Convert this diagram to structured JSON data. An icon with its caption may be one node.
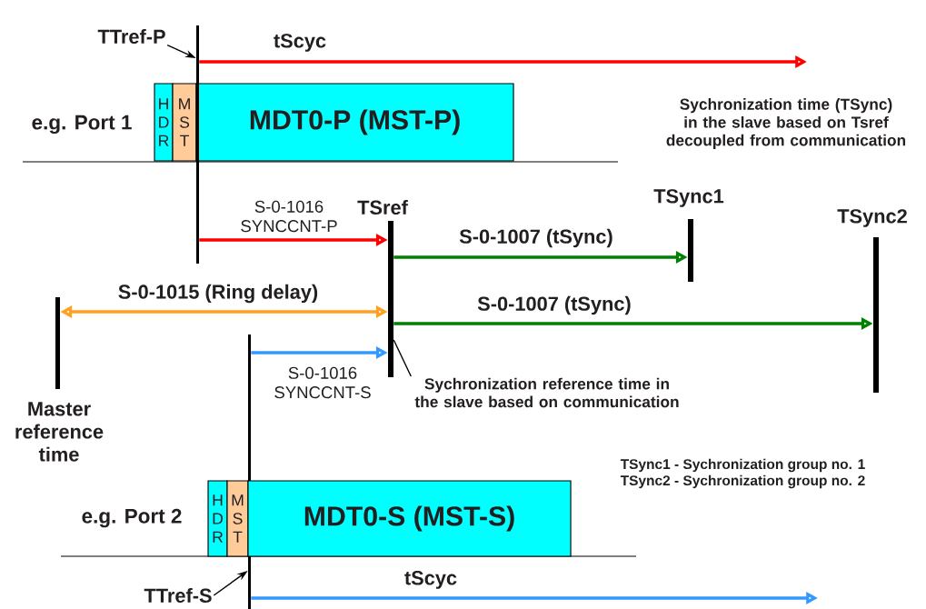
{
  "diagram": {
    "nodes": [
      {
        "text": [
          "H D R"
        ]
      },
      {
        "text": [
          "M S T"
        ]
      },
      {
        "text": [
          "MDT0-P (MST-P)"
        ]
      },
      {
        "text": [],
        "shape": "bar"
      },
      {
        "text": [
          "TTref-P"
        ]
      },
      {
        "text": [],
        "shape": "bar",
        "beside": [
          "TSref"
        ]
      },
      {
        "text": [],
        "shape": "bar",
        "beside": [
          "TSync1"
        ]
      },
      {
        "text": [],
        "shape": "bar",
        "beside": [
          "TSync2"
        ]
      },
      {
        "text": [],
        "shape": "bar",
        "beside": [
          "Master reference time"
        ]
      },
      {
        "text": [],
        "shape": "bar"
      },
      {
        "text": [
          "Sychronization reference time in the slave based on communication"
        ]
      },
      {
        "text": [
          "H D R"
        ]
      },
      {
        "text": [
          "M S T"
        ]
      },
      {
        "text": [
          "MDT0-S (MST-S)"
        ]
      },
      {
        "text": [
          "TTref-S"
        ]
      }
    ],
    "edges": [
      {
        "from": 4,
        "to": 3,
        "arrow": "to"
      },
      {
        "from": 3,
        "to": null,
        "arrow": "to",
        "label": "tScyc",
        "color": "#ff0000"
      },
      {
        "from": 3,
        "to": 5,
        "arrow": "to",
        "label": "S-0-1016 SYNCCNT-P",
        "color": "#ff0000"
      },
      {
        "from": 5,
        "to": 6,
        "arrow": "to",
        "label": "S-0-1007 (tSync)",
        "color": "#008000"
      },
      {
        "from": 8,
        "to": 5,
        "arrow": "both",
        "label": "S-0-1015 (Ring delay)",
        "color": "#ffa020"
      },
      {
        "from": 5,
        "to": 7,
        "arrow": "to",
        "label": "S-0-1007 (tSync)",
        "color": "#008000"
      },
      {
        "from": 9,
        "to": 5,
        "arrow": "to",
        "label": "S-0-1016 SYNCCNT-S",
        "color": "#3399ff"
      },
      {
        "from": 10,
        "to": 5,
        "arrow": "none"
      },
      {
        "from": 14,
        "to": 9,
        "arrow": "to"
      },
      {
        "from": 9,
        "to": null,
        "arrow": "to",
        "label": "tScyc",
        "color": "#3399ff"
      }
    ],
    "labels": [
      "e.g. Port 1",
      "Sychronization time (TSync) in the slave based on Tsref decoupled from communication",
      "TSync1 - Sychronization group no. 1",
      "TSync2 - Sychronization group no. 2",
      "e.g. Port 2"
    ]
  }
}
